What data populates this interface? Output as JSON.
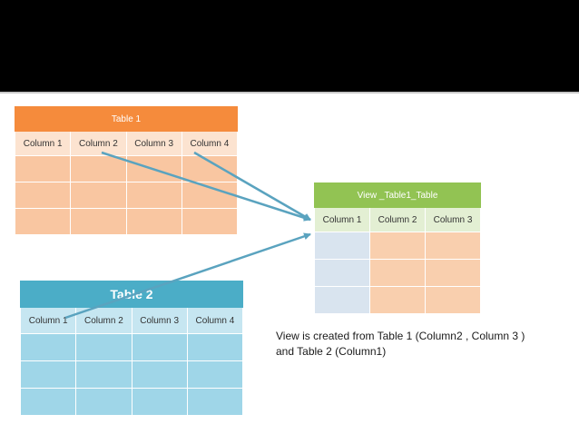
{
  "table1": {
    "title": "Table 1",
    "columns": [
      "Column 1",
      "Column 2",
      "Column 3",
      "Column 4"
    ]
  },
  "table2": {
    "title": "Table 2",
    "columns": [
      "Column 1",
      "Column 2",
      "Column 3",
      "Column 4"
    ]
  },
  "view_table": {
    "title": "View _Table1_Table",
    "columns": [
      "Column 1",
      "Column 2",
      "Column 3"
    ]
  },
  "caption": {
    "line1": "View is created  from Table 1 (Column2 , Column 3 )",
    "line2": "and Table 2 (Column1)"
  },
  "colors": {
    "table1_accent": "#f58b3c",
    "table2_accent": "#4badc7",
    "view_accent": "#92c353",
    "arrow": "#5aa3bf"
  }
}
